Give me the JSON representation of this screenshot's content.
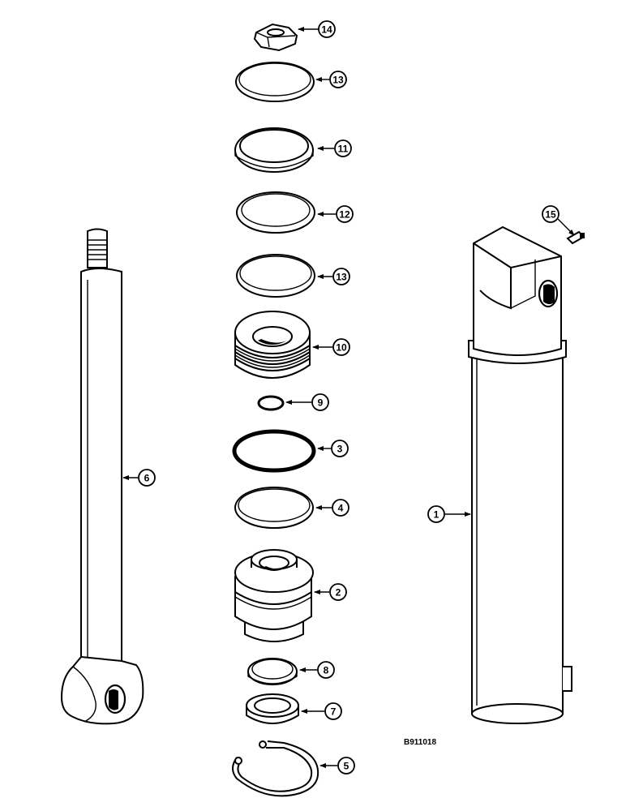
{
  "figure_code": "B911018",
  "callouts": {
    "c14": "14",
    "c13a": "13",
    "c11": "11",
    "c12": "12",
    "c13b": "13",
    "c10": "10",
    "c9": "9",
    "c3": "3",
    "c4": "4",
    "c2": "2",
    "c8": "8",
    "c7": "7",
    "c5": "5",
    "c6": "6",
    "c1": "1",
    "c15": "15"
  },
  "colors": {
    "ink": "#000000",
    "paper": "#ffffff"
  }
}
